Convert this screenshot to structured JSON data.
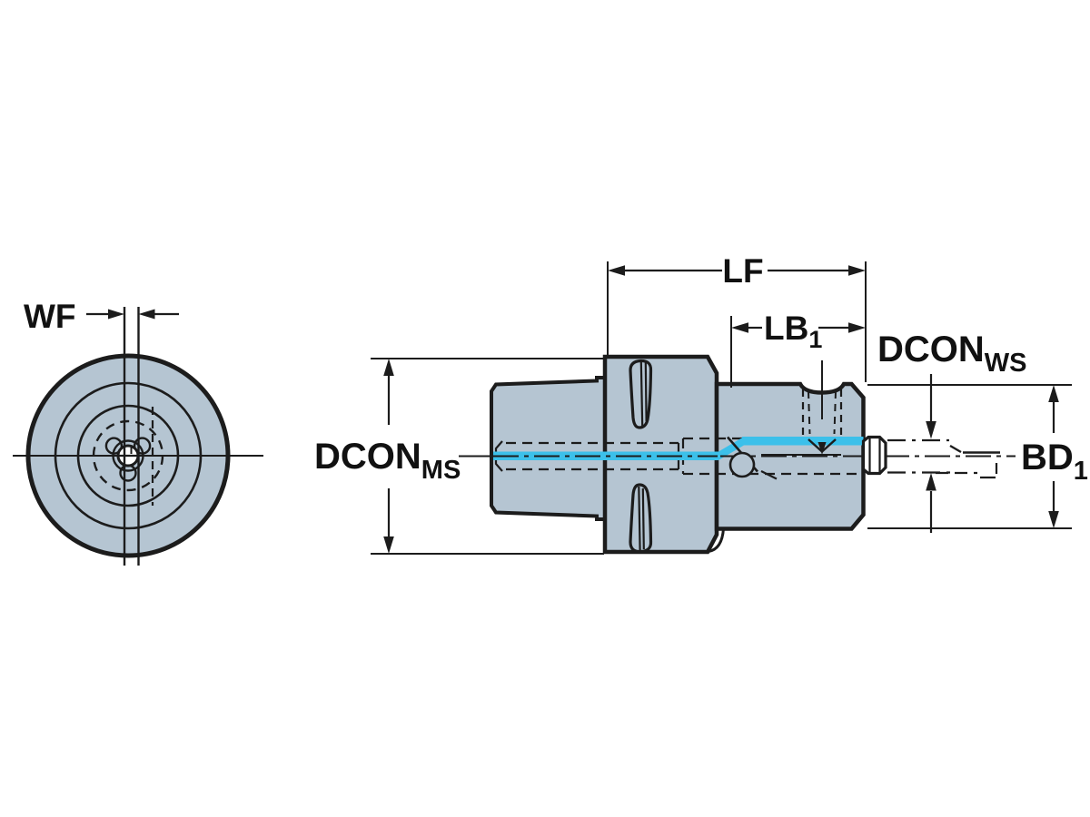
{
  "drawing": {
    "colors": {
      "background": "#ffffff",
      "body_fill": "#b5c5d2",
      "line": "#1c1c1c",
      "coolant": "#3cc0ea",
      "white": "#ffffff",
      "text": "#111111"
    },
    "front_view": {
      "dimension_wf": {
        "label": "WF"
      }
    },
    "side_view": {
      "dimension_lf": {
        "label": "LF"
      },
      "dimension_lb1": {
        "label": "LB",
        "sub": "1"
      },
      "dimension_dcon_ws": {
        "label": "DCON",
        "sub": "WS"
      },
      "dimension_dcon_ms": {
        "label": "DCON",
        "sub": "MS"
      },
      "dimension_bd1": {
        "label": "BD",
        "sub": "1"
      }
    }
  }
}
